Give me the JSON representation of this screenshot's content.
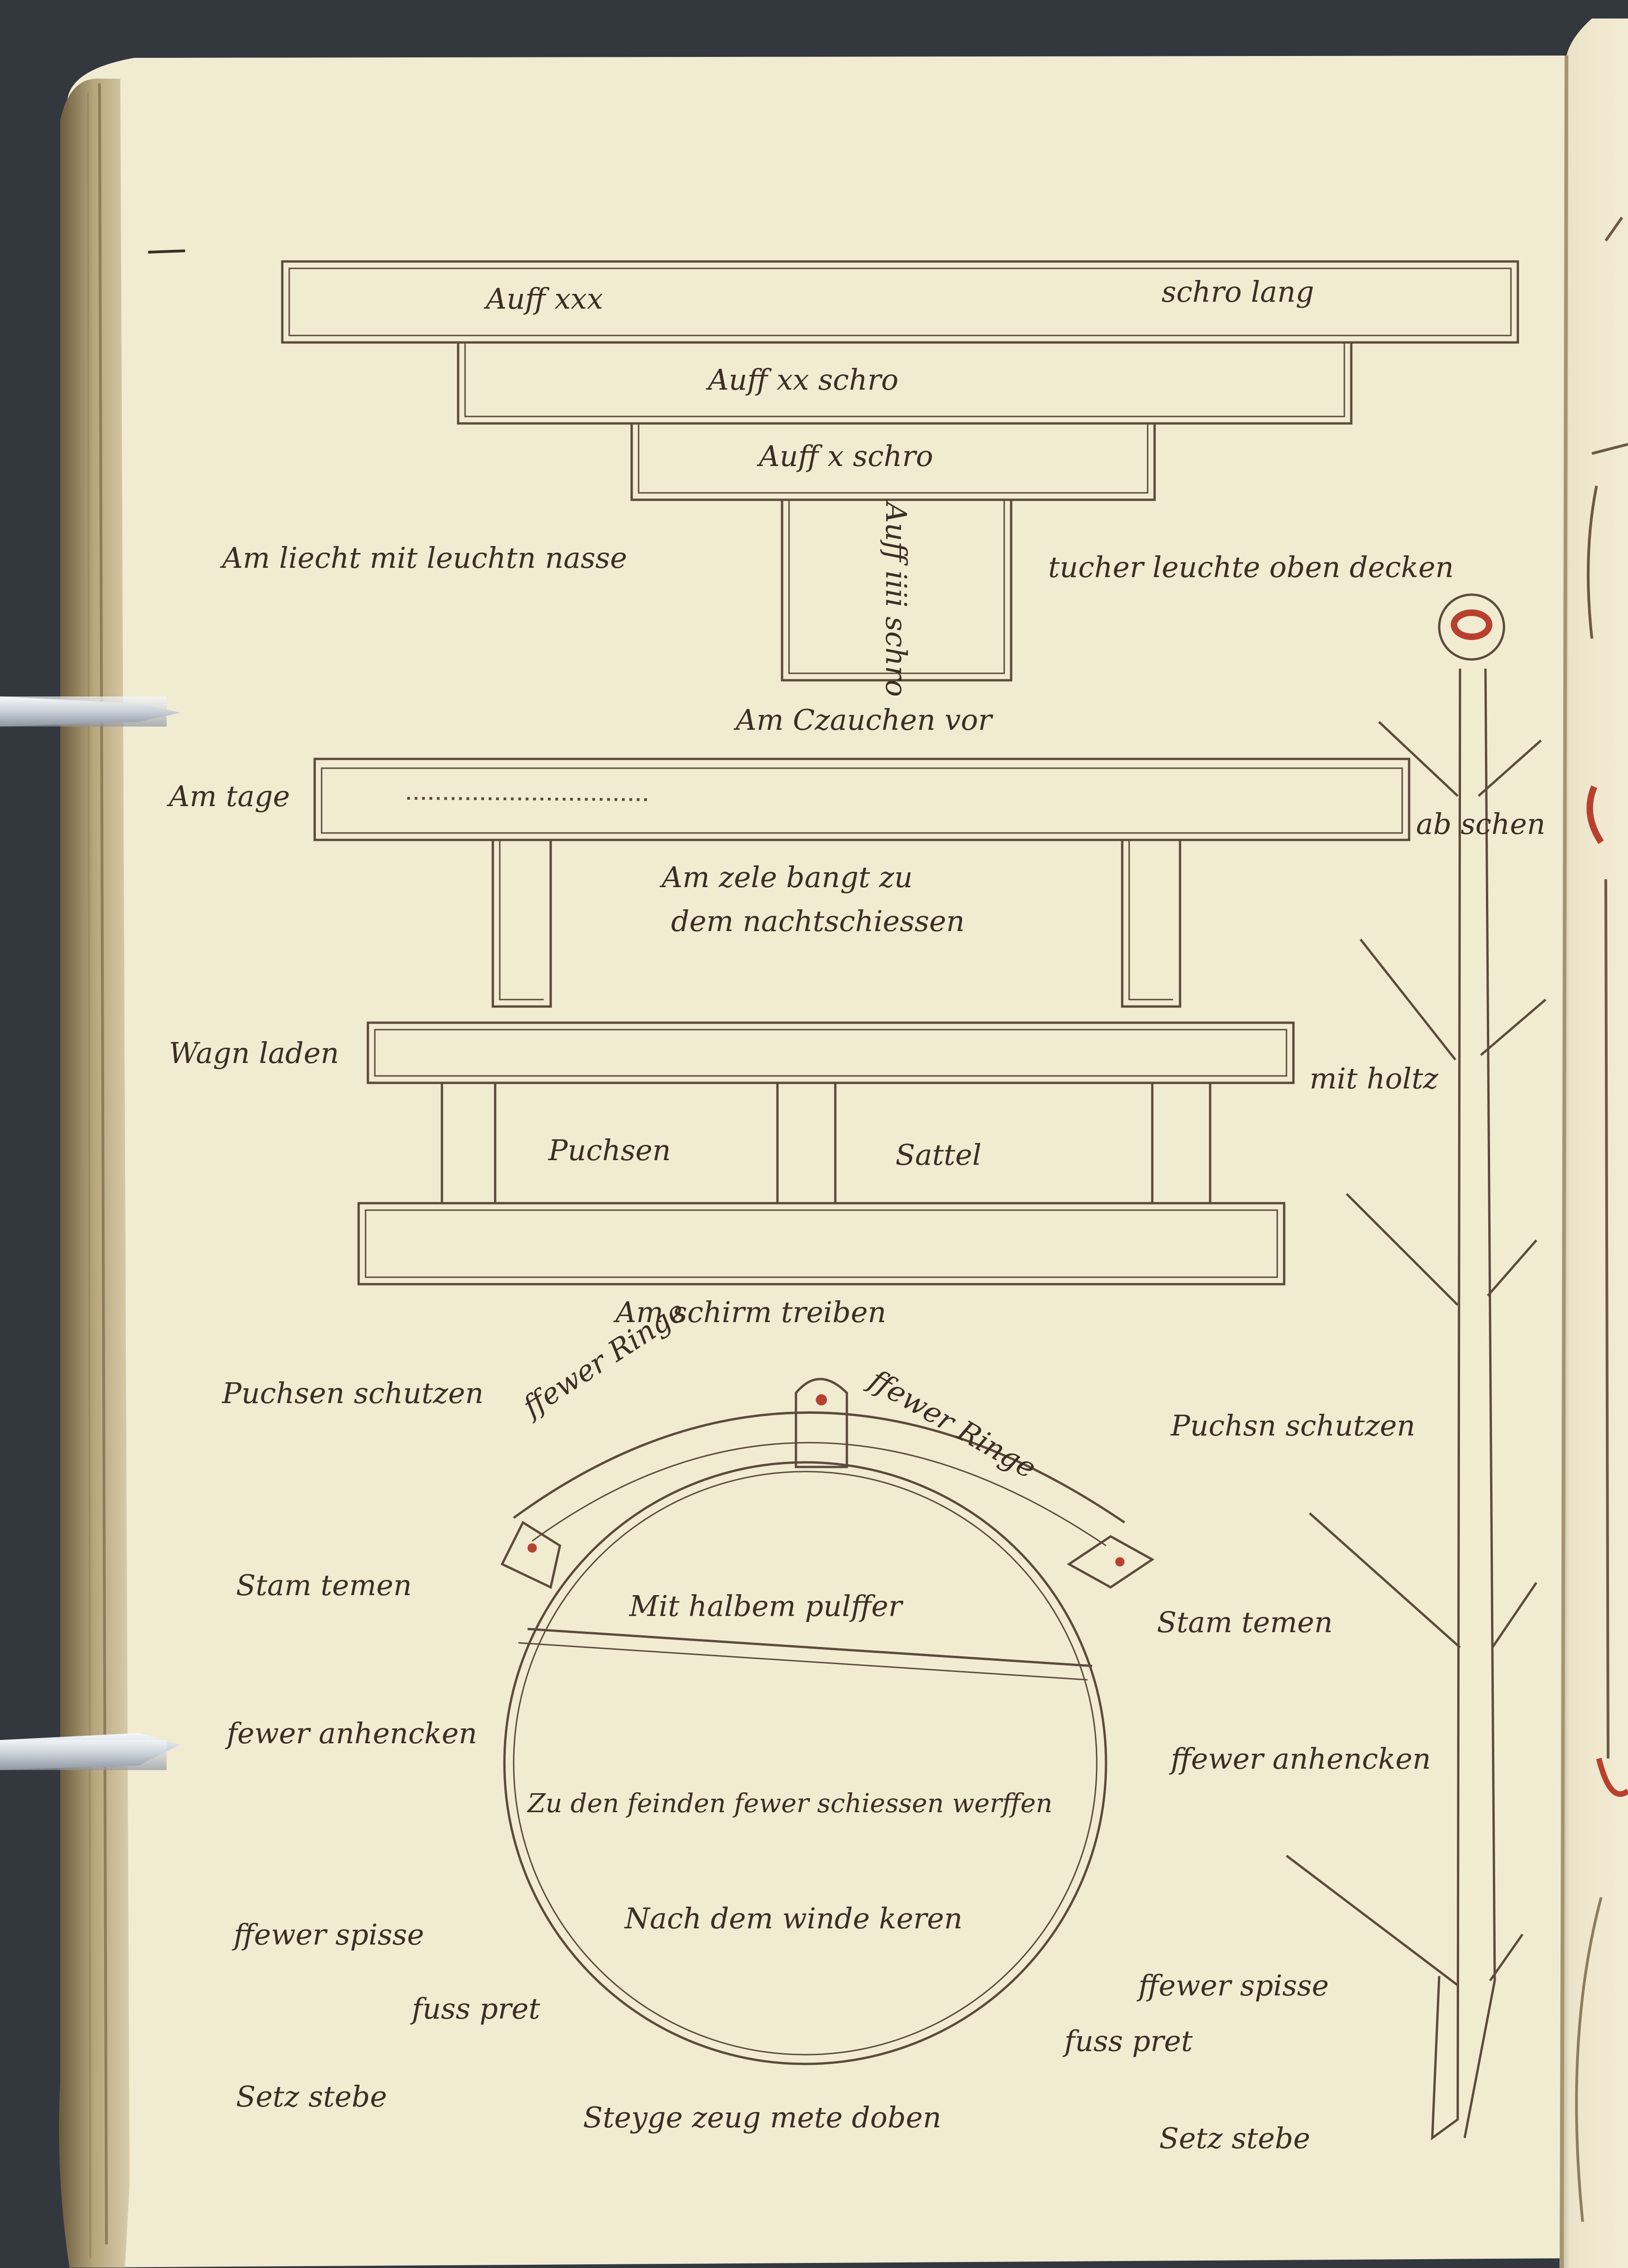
{
  "colors": {
    "background": "#33373e",
    "parchment": "#f1ebd2",
    "ink": "#3b2e22",
    "rubric": "#b8402e",
    "pin": "#dfe4ea"
  },
  "labels": {
    "top_bar_left": "Auff xxx",
    "top_bar_right": "schro lang",
    "middle_bar": "Auff xx schro",
    "small_bar": "Auff x schro",
    "vertical_post": "Auff iiii schro",
    "light_left": "Am liecht mit leuchtn nasse",
    "light_right": "tucher leuchte oben decken",
    "czauchen": "Am Czauchen vor",
    "am_tage": "Am tage",
    "ab_schen": "ab schen",
    "zele_1": "Am zele bangt zu",
    "zele_2": "dem nachtschiessen",
    "wagn_laden": "Wagn laden",
    "mit_holtz": "mit holtz",
    "puchsen": "Puchsen",
    "sattel": "Sattel",
    "schirm": "Am schirm treiben",
    "puchsen_schutzen_left": "Puchsen schutzen",
    "puchsen_schutzen_right": "Puchsn schutzen",
    "fewer_ringe_1": "ffewer Ringe",
    "fewer_ringe_2": "ffewer Ringe",
    "stam_left": "Stam temen",
    "stam_right": "Stam temen",
    "halbem": "Mit halbem pulffer",
    "anhencken_left": "fewer anhencken",
    "anhencken_right": "ffewer anhencken",
    "feinden": "Zu den feinden fewer schiessen werffen",
    "winde": "Nach dem winde keren",
    "spisse_left": "ffewer spisse",
    "spisse_right": "ffewer spisse",
    "fuss_left": "fuss pret",
    "fuss_right": "fuss pret",
    "setz_left": "Setz stebe",
    "setz_right": "Setz stebe",
    "steyge": "Steyge zeug mete doben"
  }
}
